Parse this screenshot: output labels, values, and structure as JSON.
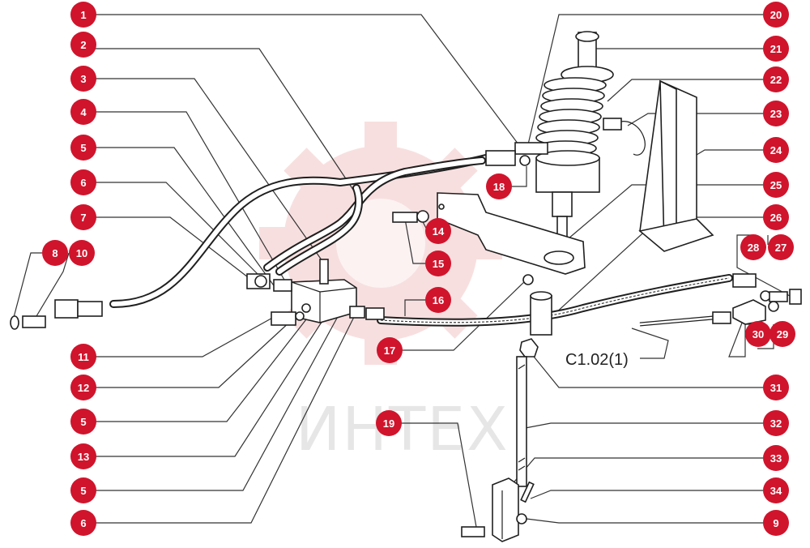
{
  "watermark": {
    "text": "ИНТЕХ",
    "gear_color": "#e89090"
  },
  "label_color": "#d0142c",
  "reference": {
    "text": "C1.02(1)"
  },
  "labels": {
    "l1": "1",
    "l2": "2",
    "l3": "3",
    "l4": "4",
    "l5a": "5",
    "l6a": "6",
    "l7": "7",
    "l8": "8",
    "l10": "10",
    "l11": "11",
    "l12": "12",
    "l5b": "5",
    "l13": "13",
    "l5c": "5",
    "l6b": "6",
    "l19": "19",
    "l14": "14",
    "l15": "15",
    "l16": "16",
    "l17": "17",
    "l18": "18",
    "l20": "20",
    "l21": "21",
    "l22": "22",
    "l23": "23",
    "l24": "24",
    "l25": "25",
    "l26": "26",
    "l28": "28",
    "l27": "27",
    "l30": "30",
    "l29": "29",
    "l31": "31",
    "l32": "32",
    "l33": "33",
    "l34": "34",
    "l9": "9"
  }
}
